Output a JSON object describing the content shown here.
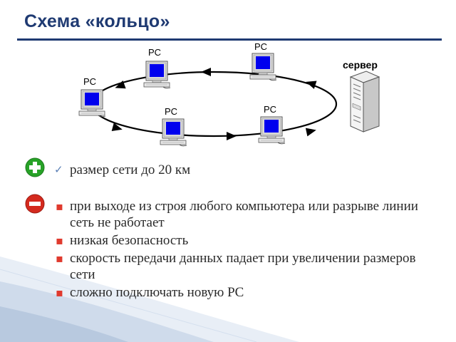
{
  "slide": {
    "title": "Схема «кольцо»",
    "accent_color": "#1f3a72"
  },
  "diagram": {
    "pc_labels": [
      "PC",
      "PC",
      "PC",
      "PC",
      "PC"
    ],
    "server_label": "сервер",
    "ring_color": "#000000",
    "screen_color": "#0000ee"
  },
  "pros": {
    "icon": "plus-circle-icon",
    "icon_color": "#27a227",
    "items": [
      "размер сети до 20 км"
    ]
  },
  "cons": {
    "icon": "minus-circle-icon",
    "icon_color": "#d42a1e",
    "items": [
      "при выходе из строя любого компьютера или разрыве линии сеть не работает",
      "низкая безопасность",
      "скорость передачи данных падает при увеличении размеров сети",
      "сложно подключать новую PC"
    ]
  }
}
